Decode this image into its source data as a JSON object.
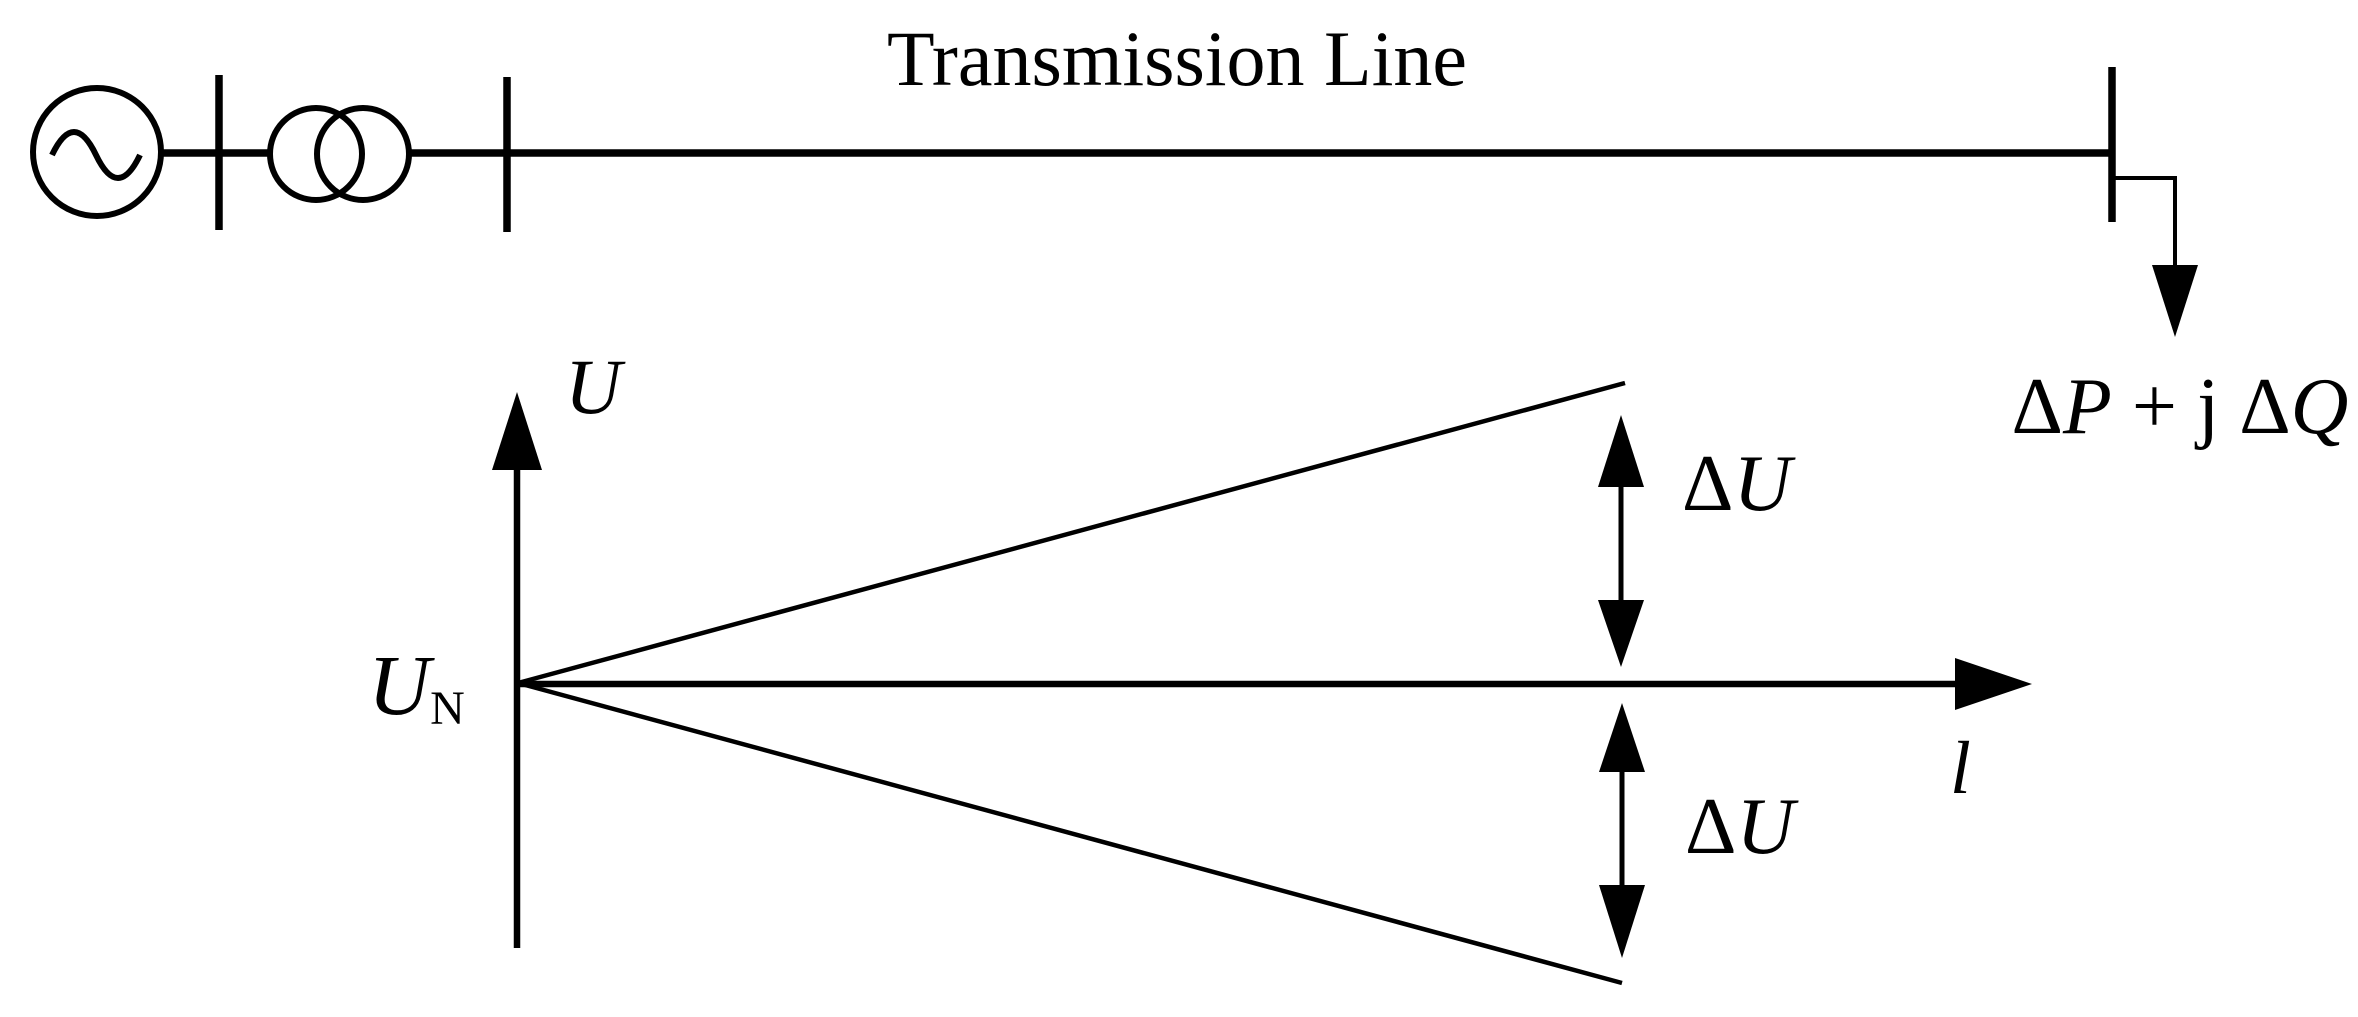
{
  "figure": {
    "title": "Transmission Line",
    "load_label": {
      "delta1": "Δ",
      "p": "P",
      "plus": " + j ",
      "delta2": "Δ",
      "q": "Q"
    },
    "y_axis_label": "U",
    "x_axis_label": "l",
    "origin_label": {
      "main": "U",
      "sub": "N"
    },
    "upper_drop_label": {
      "delta": "Δ",
      "u": "U"
    },
    "lower_drop_label": {
      "delta": "Δ",
      "u": "U"
    },
    "colors": {
      "ink": "#000000",
      "background": "#ffffff"
    }
  }
}
